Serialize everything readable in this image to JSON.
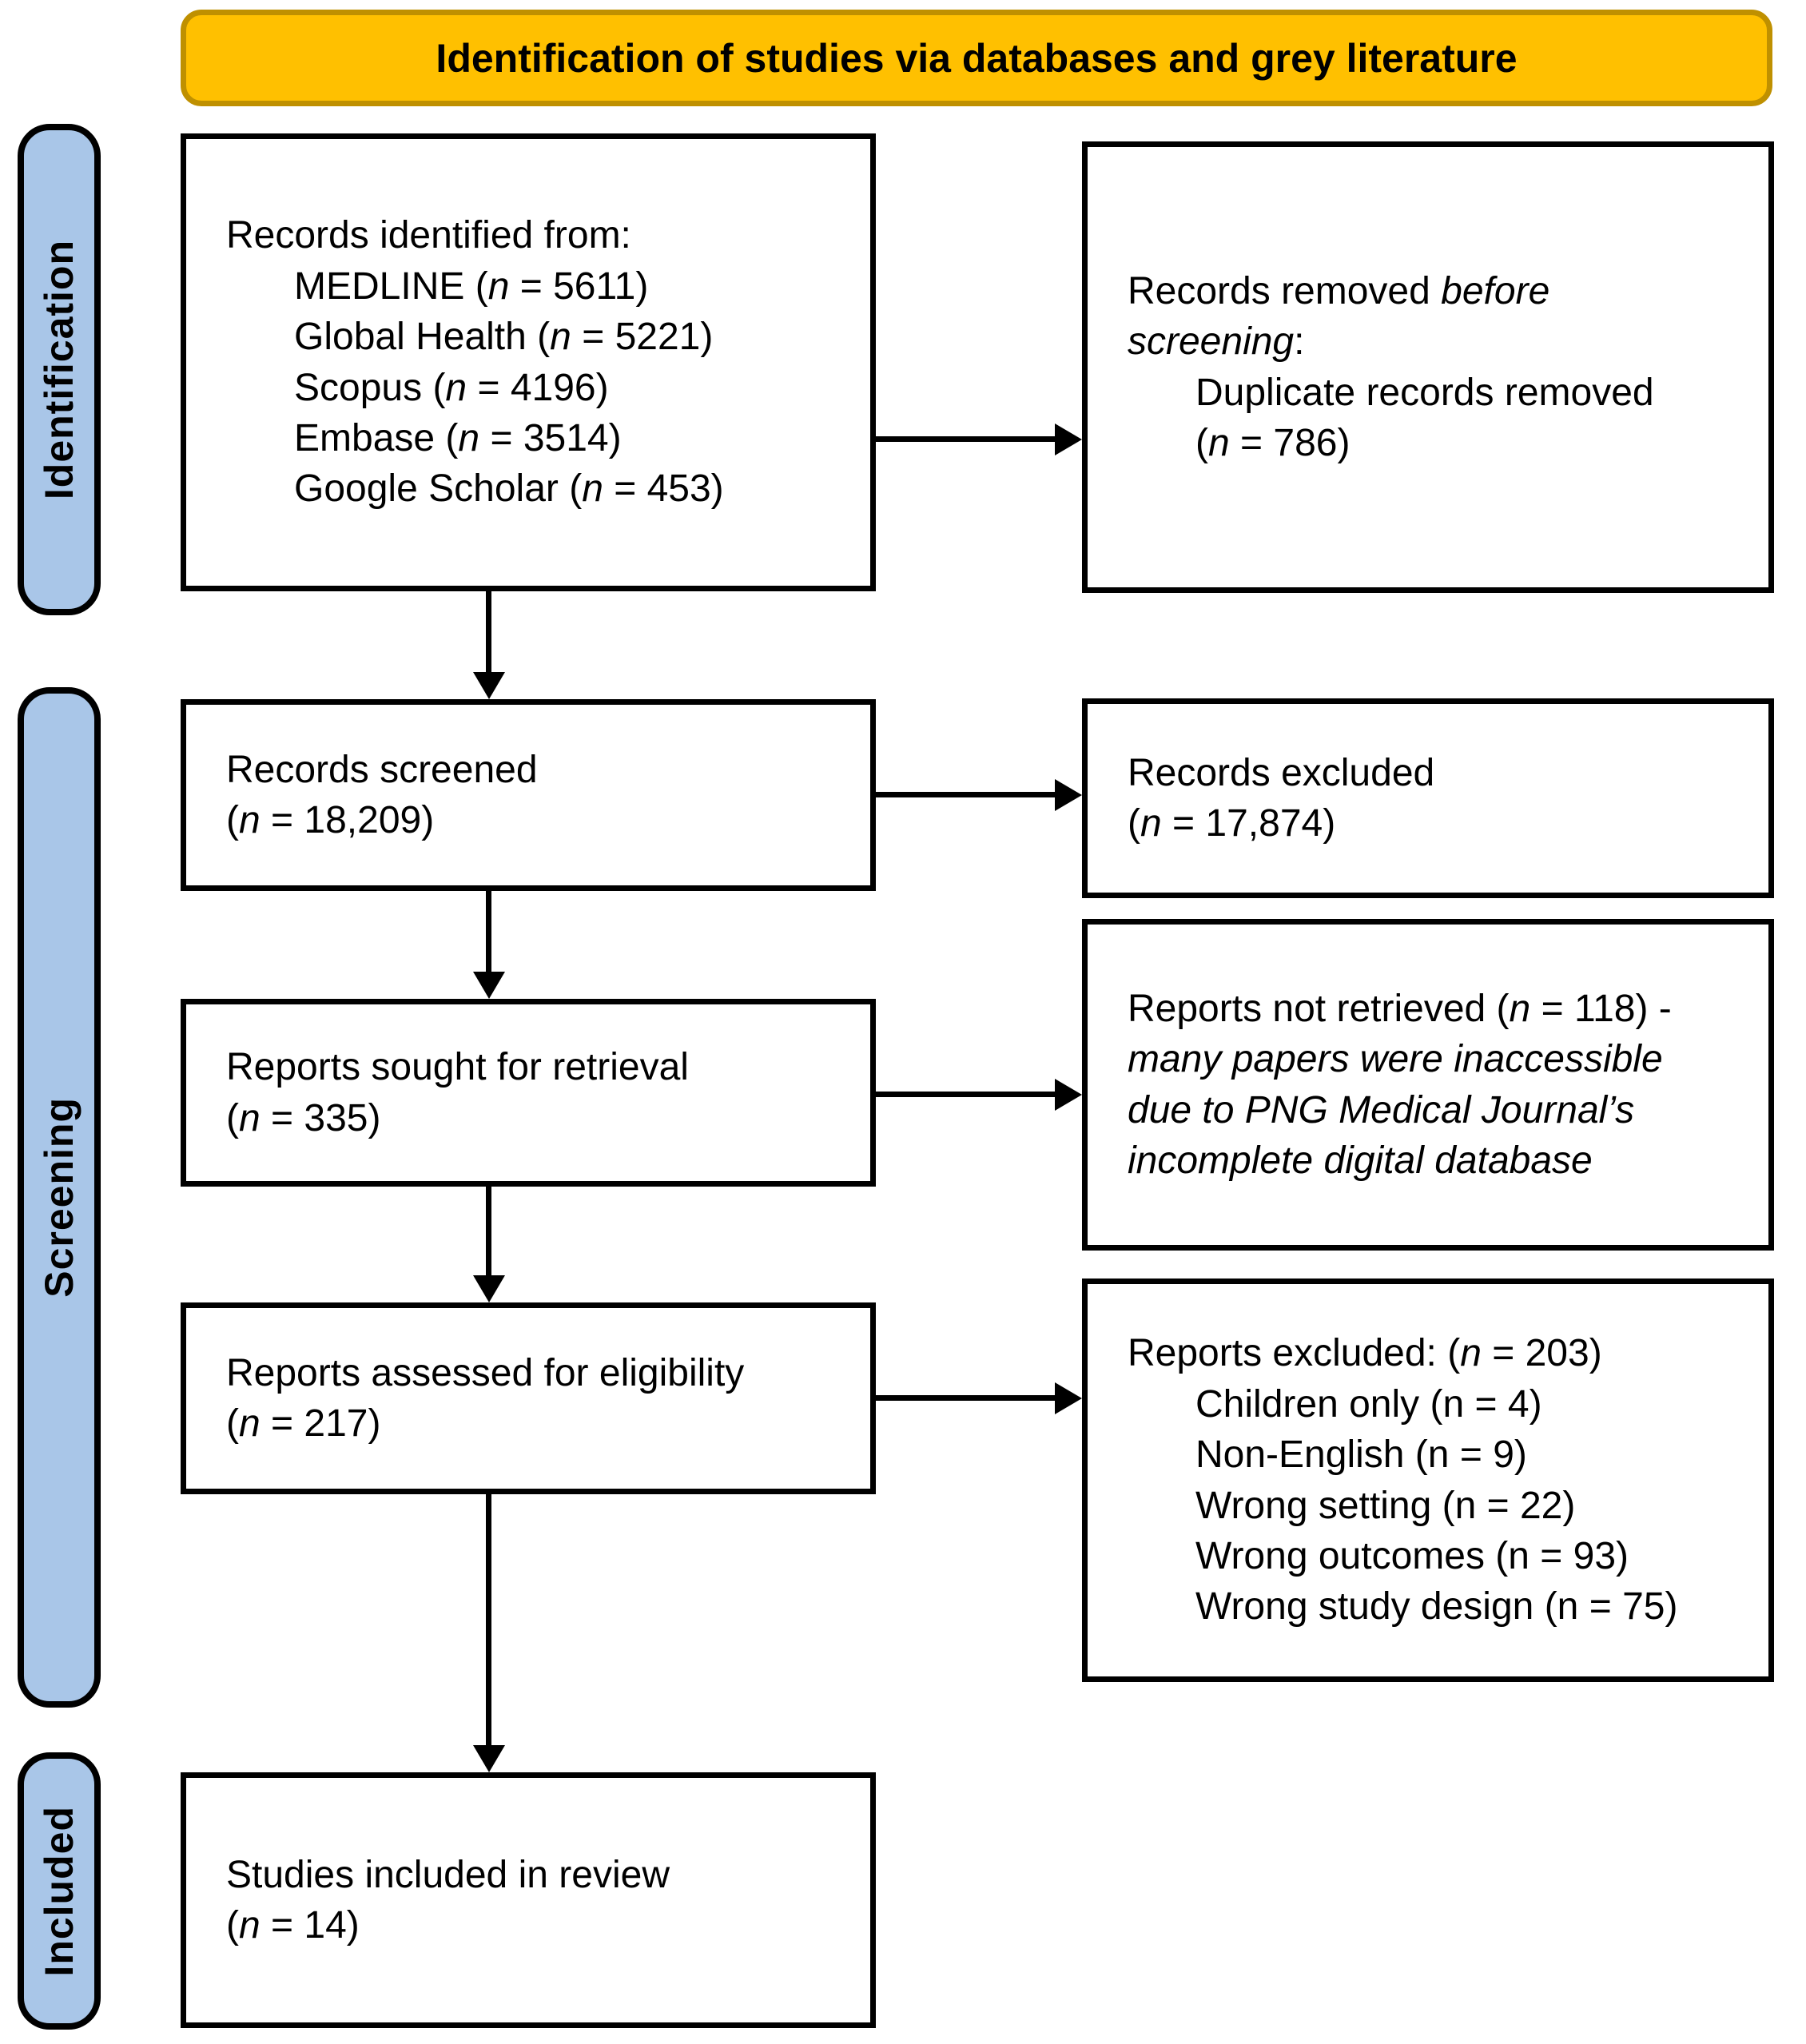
{
  "title": "Identification of studies via databases and grey literature",
  "stages": {
    "identification": "Identification",
    "screening": "Screening",
    "included": "Included"
  },
  "boxes": {
    "identified": {
      "lines": [
        {
          "t": "Records identified from:"
        },
        {
          "t": "MEDLINE (*n* = 5611)",
          "ind": 1
        },
        {
          "t": "Global Health (*n* = 5221)",
          "ind": 1
        },
        {
          "t": "Scopus (*n* = 4196)",
          "ind": 1
        },
        {
          "t": "Embase (*n* = 3514)",
          "ind": 1
        },
        {
          "t": "Google Scholar (*n* = 453)",
          "ind": 1
        }
      ]
    },
    "removed": {
      "lines": [
        {
          "t": "Records removed *before*"
        },
        {
          "t": "*screening*:"
        },
        {
          "t": "Duplicate records removed",
          "ind": 1
        },
        {
          "t": "(*n* = 786)",
          "ind": 1
        }
      ]
    },
    "screened": {
      "lines": [
        {
          "t": "Records screened"
        },
        {
          "t": "(*n* = 18,209)"
        }
      ]
    },
    "records_excluded": {
      "lines": [
        {
          "t": "Records excluded"
        },
        {
          "t": "(*n* = 17,874)"
        }
      ]
    },
    "sought": {
      "lines": [
        {
          "t": "Reports sought for retrieval"
        },
        {
          "t": "(*n* = 335)"
        }
      ]
    },
    "not_retrieved": {
      "lines": [
        {
          "t": "Reports not retrieved (*n* = 118) -"
        },
        {
          "t": "*many papers were inaccessible*"
        },
        {
          "t": "*due to PNG Medical Journal’s*"
        },
        {
          "t": "*incomplete digital database*"
        }
      ]
    },
    "assessed": {
      "lines": [
        {
          "t": "Reports assessed for eligibility"
        },
        {
          "t": "(*n* = 217)"
        }
      ]
    },
    "reports_excluded": {
      "lines": [
        {
          "t": "Reports excluded: (*n* = 203)"
        },
        {
          "t": "Children only (n = 4)",
          "ind": 1
        },
        {
          "t": "Non-English (n = 9)",
          "ind": 1
        },
        {
          "t": "Wrong setting (n = 22)",
          "ind": 1
        },
        {
          "t": "Wrong outcomes (n = 93)",
          "ind": 1
        },
        {
          "t": "Wrong study design (n = 75)",
          "ind": 1
        }
      ]
    },
    "included_review": {
      "lines": [
        {
          "t": "Studies included in review"
        },
        {
          "t": "(*n* = 14)"
        }
      ]
    }
  },
  "colors": {
    "banner_fill": "#FFC000",
    "banner_border": "#BF9000",
    "stage_fill": "#A9C6E8",
    "stage_border": "#000000",
    "box_border": "#000000"
  }
}
